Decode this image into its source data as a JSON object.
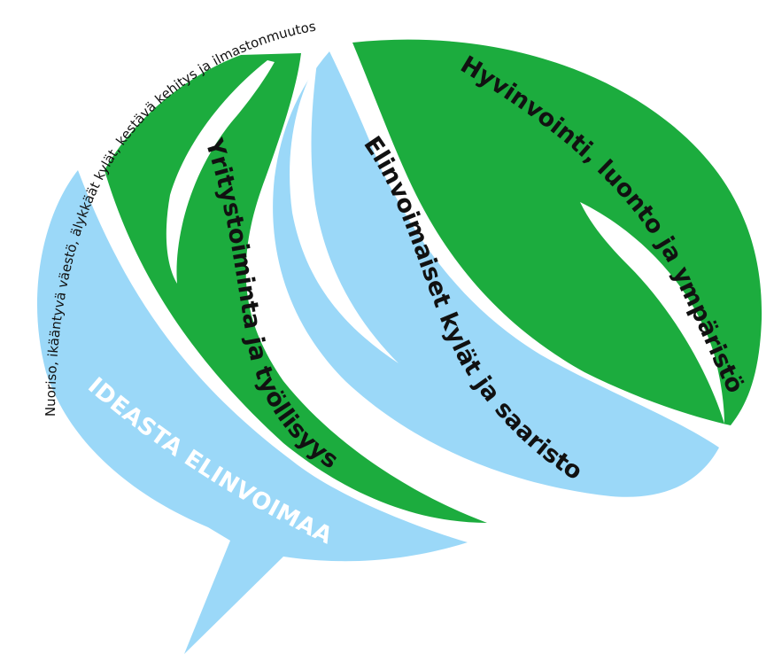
{
  "colors": {
    "green": "#1cac3e",
    "light_blue": "#9bd8f8",
    "background": "#ffffff",
    "text_dark": "#111111",
    "text_light": "#ffffff"
  },
  "diagram": {
    "main_label": "IDEASTA ELINVOIMAA",
    "arc_label": "Nuoriso, ikääntyvä väestö, älykkäät kylät, kestävä kehitys ja ilmastonmuutos",
    "segments": [
      {
        "label": "Yritystoiminta ja työllisyys",
        "color": "green"
      },
      {
        "label": "Elinvoimaiset kylät ja saaristo",
        "color": "light_blue"
      },
      {
        "label": "Hyvinvointi,  luonto ja ympäristö",
        "color": "green"
      }
    ]
  }
}
